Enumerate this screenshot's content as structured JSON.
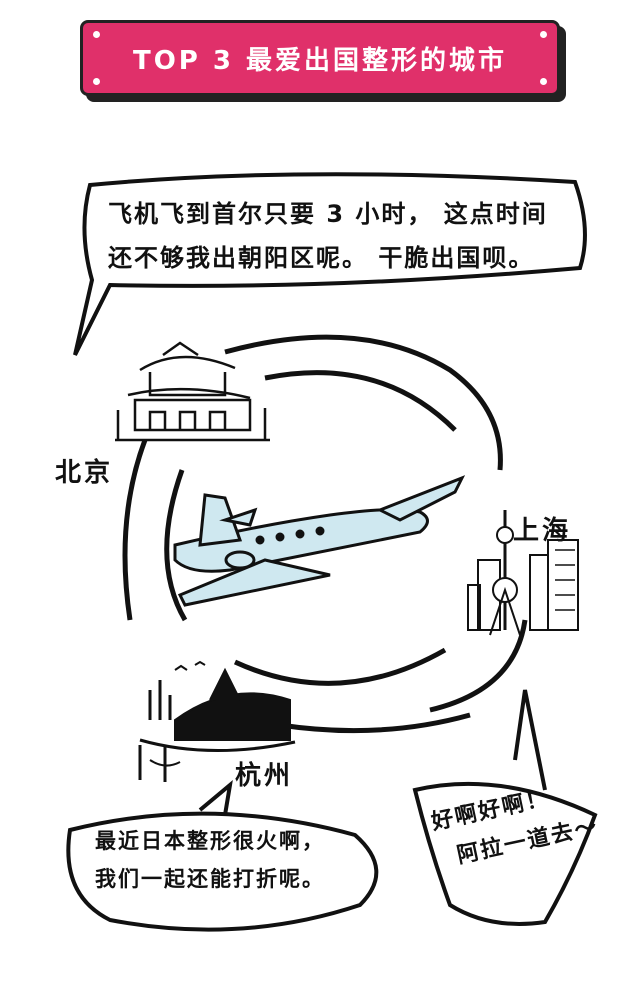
{
  "banner": {
    "title": "TOP 3 最爱出国整形的城市"
  },
  "bubble_top": {
    "line1": "飞机飞到首尔只要 3 小时，  这点时间",
    "line2": "还不够我出朝阳区呢。  干脆出国呗。"
  },
  "cities": {
    "beijing": "北京",
    "shanghai": "上海",
    "hangzhou": "杭州"
  },
  "bubble_bottom": {
    "line1": "最近日本整形很火啊，",
    "line2": "我们一起还能打折呢。"
  },
  "note_right": {
    "line1": "好啊好啊！",
    "line2": "阿拉一道去～"
  },
  "colors": {
    "banner": "#e0306a",
    "plane": "#cfe8f0",
    "ink": "#111111"
  }
}
